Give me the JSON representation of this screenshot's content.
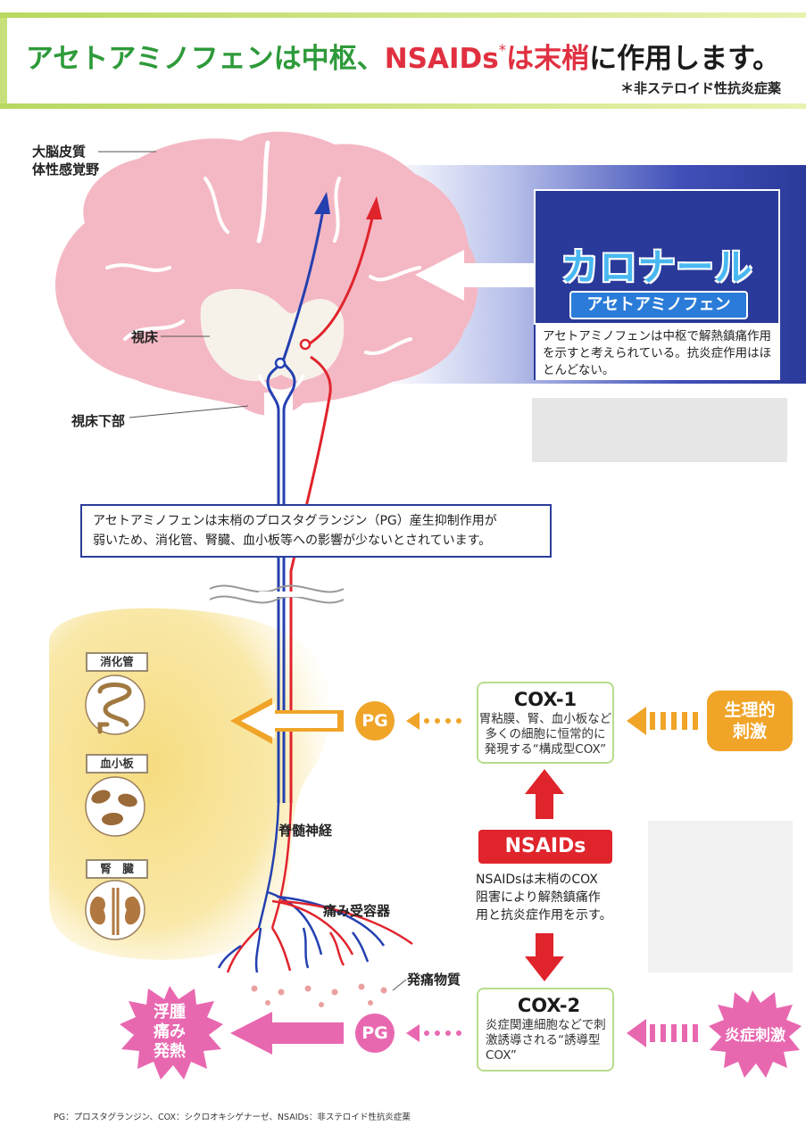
{
  "title": {
    "part1": "アセトアミノフェンは中枢、",
    "part2": "NSAIDs",
    "asterisk": "*",
    "part3": "は末梢",
    "part4": "に作用します。"
  },
  "subnote": "＊非ステロイド性抗炎症薬",
  "brain_labels": {
    "cortex_line1": "大脳皮質",
    "cortex_line2": "体性感覚野",
    "thalamus": "視床",
    "hypothalamus": "視床下部"
  },
  "product": {
    "brand": "カロナール",
    "generic": "アセトアミノフェン",
    "description": "アセトアミノフェンは中枢で解熱鎮痛作用を示すと考えられている。抗炎症作用はほとんどない。"
  },
  "peripheral_box": {
    "line1": "アセトアミノフェンは末梢のプロスタグランジン（PG）産生抑制作用が",
    "line2": "弱いため、消化管、腎臓、血小板等への影響が少ないとされています。"
  },
  "organs": {
    "gi": "消化管",
    "platelet": "血小板",
    "kidney": "腎　臓"
  },
  "cox1": {
    "title": "COX-1",
    "line1": "胃粘膜、腎、血小板など",
    "line2": "多くの細胞に恒常的に",
    "line3": "発現する“構成型COX”"
  },
  "cox2": {
    "title": "COX-2",
    "line1": "炎症関連細胞などで刺",
    "line2": "激誘導される“誘導型",
    "line3": "COX”"
  },
  "nsaids": {
    "label": "NSAIDs",
    "line1": "NSAIDsは末梢のCOX",
    "line2": "阻害により解熱鎮痛作",
    "line3": "用と抗炎症作用を示す。"
  },
  "pg_label": "PG",
  "physiological": {
    "line1": "生理的",
    "line2": "刺激"
  },
  "inflammation_stimulus": "炎症刺激",
  "symptoms": {
    "line1": "浮腫",
    "line2": "痛み",
    "line3": "発熱"
  },
  "nerve_labels": {
    "spinal": "脊髄神経",
    "receptor": "痛み受容器",
    "pain_substance": "発痛物質"
  },
  "footnote": "PG：プロスタグランジン、COX：シクロオキシゲナーゼ、NSAIDs：非ステロイド性抗炎症薬",
  "colors": {
    "brain": "#f4b8c4",
    "navy": "#2a3e9a",
    "red_nerve": "#e0242c",
    "blue_nerve": "#2440b0",
    "orange": "#f0a428",
    "pink": "#e868b0",
    "green": "#b8dc8c",
    "yellow_zone": "#f8e490"
  }
}
